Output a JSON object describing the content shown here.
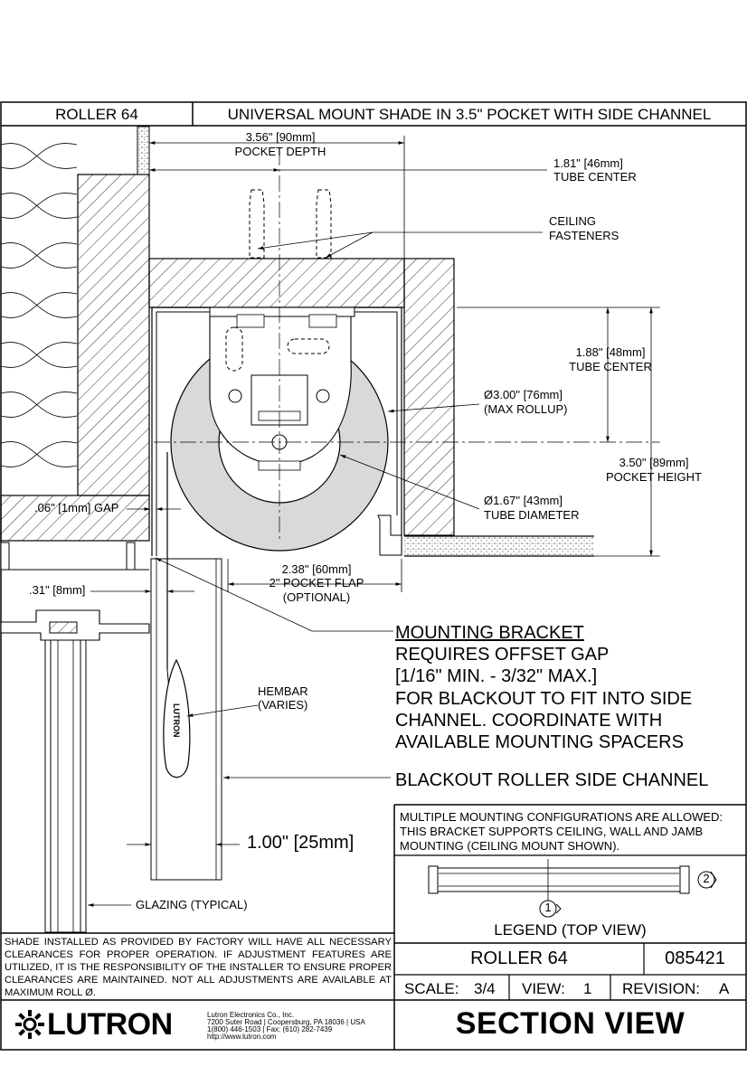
{
  "header": {
    "product": "ROLLER 64",
    "description": "UNIVERSAL MOUNT SHADE IN 3.5\" POCKET WITH SIDE CHANNEL"
  },
  "dimensions": {
    "pocket_depth": [
      "3.56\" [90mm]",
      "POCKET DEPTH"
    ],
    "tube_center_h": [
      "1.81\" [46mm]",
      "TUBE CENTER"
    ],
    "ceiling_fasteners": [
      "CEILING",
      "FASTENERS"
    ],
    "tube_center_v": [
      "1.88\" [48mm]",
      "TUBE CENTER"
    ],
    "max_rollup": [
      "Ø3.00\" [76mm]",
      "(MAX ROLLUP)"
    ],
    "pocket_height": [
      "3.50\" [89mm]",
      "POCKET HEIGHT"
    ],
    "tube_diameter": [
      "Ø1.67\" [43mm]",
      "TUBE DIAMETER"
    ],
    "gap": ".06\" [1mm] GAP",
    "side_offset": ".31\" [8mm]",
    "pocket_flap": [
      "2.38\" [60mm]",
      "2\" POCKET FLAP",
      "(OPTIONAL)"
    ],
    "hembar": [
      "HEMBAR",
      "(VARIES)"
    ],
    "channel_width": "1.00\" [25mm]",
    "glazing": "GLAZING (TYPICAL)"
  },
  "notes": {
    "mounting_bracket_title": "MOUNTING BRACKET",
    "mounting_bracket_lines": [
      "REQUIRES OFFSET GAP",
      "[1/16\" MIN. - 3/32\" MAX.]",
      "FOR BLACKOUT TO FIT INTO SIDE",
      "CHANNEL. COORDINATE WITH",
      "AVAILABLE MOUNTING SPACERS"
    ],
    "side_channel": "BLACKOUT ROLLER SIDE CHANNEL",
    "config": "MULTIPLE MOUNTING CONFIGURATIONS ARE ALLOWED: THIS BRACKET SUPPORTS CEILING, WALL AND JAMB MOUNTING (CEILING MOUNT SHOWN).",
    "disclaimer": "SHADE INSTALLED AS PROVIDED BY FACTORY WILL HAVE ALL NECESSARY CLEARANCES FOR PROPER OPERATION. IF ADJUSTMENT FEATURES ARE UTILIZED, IT IS THE RESPONSIBILITY OF THE INSTALLER TO ENSURE PROPER CLEARANCES ARE MAINTAINED. NOT ALL ADJUSTMENTS ARE AVAILABLE AT MAXIMUM ROLL Ø."
  },
  "legend": {
    "marker_1": "1",
    "marker_2": "2",
    "caption": "LEGEND (TOP VIEW)"
  },
  "hembar_brand": "LUTRON",
  "title_block": {
    "product": "ROLLER 64",
    "number": "085421",
    "scale_label": "SCALE:",
    "scale_value": "3/4",
    "view_label": "VIEW:",
    "view_value": "1",
    "revision_label": "REVISION:",
    "revision_value": "A",
    "sheet_title": "SECTION VIEW"
  },
  "company": {
    "logo": "LUTRON",
    "address_lines": [
      "Lutron Electronics Co., Inc.",
      "7200 Suter Road | Coopersburg, PA 18036 | USA",
      "1(800) 446-1503 | Fax: (610) 282-7439",
      "http://www.lutron.com"
    ]
  },
  "colors": {
    "line": "#000000",
    "fabric_fill": "#d9d9d9",
    "paper": "#ffffff"
  }
}
